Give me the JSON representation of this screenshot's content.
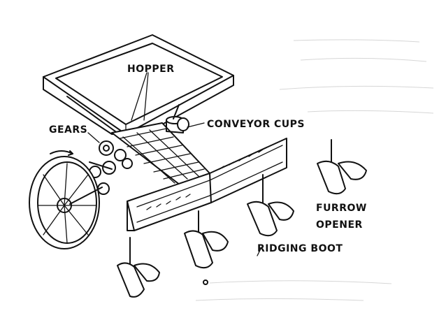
{
  "labels": {
    "hopper": "HOPPER",
    "conveyor_cups": "CONVEYOR CUPS",
    "gears": "GEARS",
    "furrow_opener_line1": "FURROW",
    "furrow_opener_line2": "OPENER",
    "ridging_boot": "RIDGING BOOT"
  },
  "colors": {
    "ink": "#111111",
    "paper": "#ffffff"
  }
}
